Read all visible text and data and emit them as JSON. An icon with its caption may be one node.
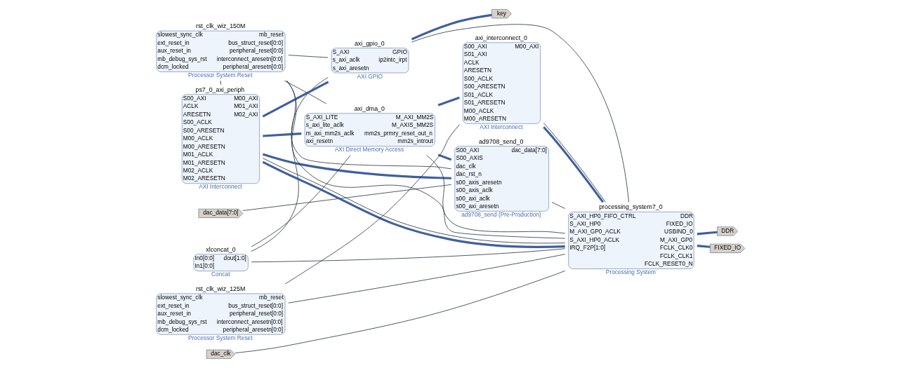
{
  "diagram": {
    "nodes": [
      {
        "text": [
          "axi_gpio_0",
          "S_AXI",
          "s_axi_aclk",
          "s_axi_aresetn",
          "GPIO",
          "ip2intc_irpt"
        ],
        "beside": [
          "AXI GPIO"
        ]
      },
      {
        "text": [
          "rst_clk_wiz_150M",
          "slowest_sync_clk",
          "ext_reset_in",
          "aux_reset_in",
          "mb_debug_sys_rst",
          "dcm_locked",
          "mb_reset",
          "bus_struct_reset[0:0]",
          "peripheral_reset[0:0]",
          "interconnect_aresetn[0:0]",
          "peripheral_aresetn[0:0]"
        ],
        "beside": [
          "Processor System Reset"
        ]
      },
      {
        "text": [
          "ps7_0_axi_periph",
          "S00_AXI",
          "ACLK",
          "ARESETN",
          "S00_ACLK",
          "S00_ARESETN",
          "M00_ACLK",
          "M00_ARESETN",
          "M01_ACLK",
          "M01_ARESETN",
          "M02_ACLK",
          "M02_ARESETN",
          "M00_AXI",
          "M01_AXI",
          "M02_AXI"
        ],
        "beside": [
          "AXI Interconnect"
        ]
      },
      {
        "text": [
          "axi_dma_0",
          "S_AXI_LITE",
          "s_axi_lite_aclk",
          "m_axi_mm2s_aclk",
          "axi_resetn",
          "M_AXI_MM2S",
          "M_AXIS_MM2S",
          "mm2s_prmry_reset_out_n",
          "mm2s_introut"
        ],
        "beside": [
          "AXI Direct Memory Access"
        ]
      },
      {
        "text": [
          "ad9708_send_0",
          "S00_AXI",
          "S00_AXIS",
          "dac_clk",
          "dac_rst_n",
          "s00_axis_aresetn",
          "s00_axis_aclk",
          "s00_axi_aclk",
          "s00_axi_aresetn",
          "dac_data[7:0]"
        ],
        "beside": [
          "ad9708_send (Pre-Production)"
        ]
      },
      {
        "text": [
          "axi_interconnect_0",
          "S00_AXI",
          "S01_AXI",
          "ACLK",
          "ARESETN",
          "S00_ACLK",
          "S00_ARESETN",
          "S01_ACLK",
          "S01_ARESETN",
          "M00_ACLK",
          "M00_ARESETN",
          "M00_AXI"
        ],
        "beside": [
          "AXI Interconnect"
        ]
      },
      {
        "text": [
          "processing_system7_0",
          "S_AXI_HP0_FIFO_CTRL",
          "S_AXI_HP0",
          "M_AXI_GP0_ACLK",
          "S_AXI_HP0_ACLK",
          "IRQ_F2P[1:0]",
          "DDR",
          "FIXED_IO",
          "USBIND_0",
          "M_AXI_GP0",
          "FCLK_CLK0",
          "FCLK_CLK1",
          "FCLK_RESET0_N"
        ],
        "beside": [
          "Processing System"
        ]
      },
      {
        "text": [
          "rst_clk_wiz_125M",
          "slowest_sync_clk",
          "ext_reset_in",
          "aux_reset_in",
          "mb_debug_sys_rst",
          "dcm_locked",
          "mb_reset",
          "bus_struct_reset[0:0]",
          "peripheral_reset[0:0]",
          "interconnect_aresetn[0:0]",
          "peripheral_aresetn[0:0]"
        ],
        "beside": [
          "Processor System Reset"
        ]
      },
      {
        "text": [
          "xlconcat_0",
          "In0[0:0]",
          "In1[0:0]",
          "dout[1:0]"
        ],
        "beside": [
          "Concat"
        ]
      },
      {
        "text": [
          "key"
        ]
      },
      {
        "text": [
          "dac_data[7:0]"
        ]
      },
      {
        "text": [
          "DDR"
        ]
      },
      {
        "text": [
          "FIXED_IO"
        ]
      },
      {
        "text": [
          "dac_clk"
        ]
      }
    ],
    "edges": [
      {
        "from": 0,
        "to": 9,
        "arrow": "none",
        "style": "thick",
        "color": "#3f5f9f"
      },
      {
        "from": 6,
        "to": 11,
        "arrow": "none",
        "style": "thick",
        "color": "#3f5f9f"
      },
      {
        "from": 6,
        "to": 12,
        "arrow": "none",
        "style": "thick",
        "color": "#3f5f9f"
      },
      {
        "from": 6,
        "to": 2,
        "arrow": "none",
        "style": "thick",
        "color": "#3f5f9f"
      },
      {
        "from": 2,
        "to": 3,
        "arrow": "none",
        "style": "thick",
        "color": "#3f5f9f"
      },
      {
        "from": 2,
        "to": 0,
        "arrow": "none",
        "style": "thick",
        "color": "#3f5f9f"
      },
      {
        "from": 2,
        "to": 4,
        "arrow": "none",
        "style": "thick",
        "color": "#3f5f9f"
      },
      {
        "from": 3,
        "to": 5,
        "arrow": "none",
        "style": "thick",
        "color": "#3f5f9f"
      },
      {
        "from": 3,
        "to": 4,
        "arrow": "none",
        "style": "thick",
        "color": "#3f5f9f"
      },
      {
        "from": 5,
        "to": 6,
        "arrow": "none",
        "style": "thick",
        "color": "#3f5f9f"
      },
      {
        "from": 4,
        "to": 10,
        "arrow": "none"
      },
      {
        "from": 6,
        "to": 13,
        "arrow": "none"
      },
      {
        "from": 6,
        "to": 4,
        "arrow": "none"
      },
      {
        "from": 3,
        "to": 8,
        "arrow": "none"
      },
      {
        "from": 0,
        "to": 8,
        "arrow": "none"
      },
      {
        "from": 8,
        "to": 6,
        "arrow": "none"
      },
      {
        "from": 6,
        "to": 0,
        "arrow": "none"
      },
      {
        "from": 6,
        "to": 1,
        "arrow": "none"
      },
      {
        "from": 6,
        "to": 2,
        "arrow": "none"
      },
      {
        "from": 6,
        "to": 3,
        "arrow": "none"
      },
      {
        "from": 6,
        "to": 5,
        "arrow": "none"
      },
      {
        "from": 6,
        "to": 7,
        "arrow": "none"
      },
      {
        "from": 1,
        "to": 2,
        "arrow": "none"
      },
      {
        "from": 1,
        "to": 0,
        "arrow": "none"
      },
      {
        "from": 1,
        "to": 3,
        "arrow": "none"
      },
      {
        "from": 1,
        "to": 4,
        "arrow": "none"
      },
      {
        "from": 7,
        "to": 5,
        "arrow": "none"
      }
    ]
  }
}
